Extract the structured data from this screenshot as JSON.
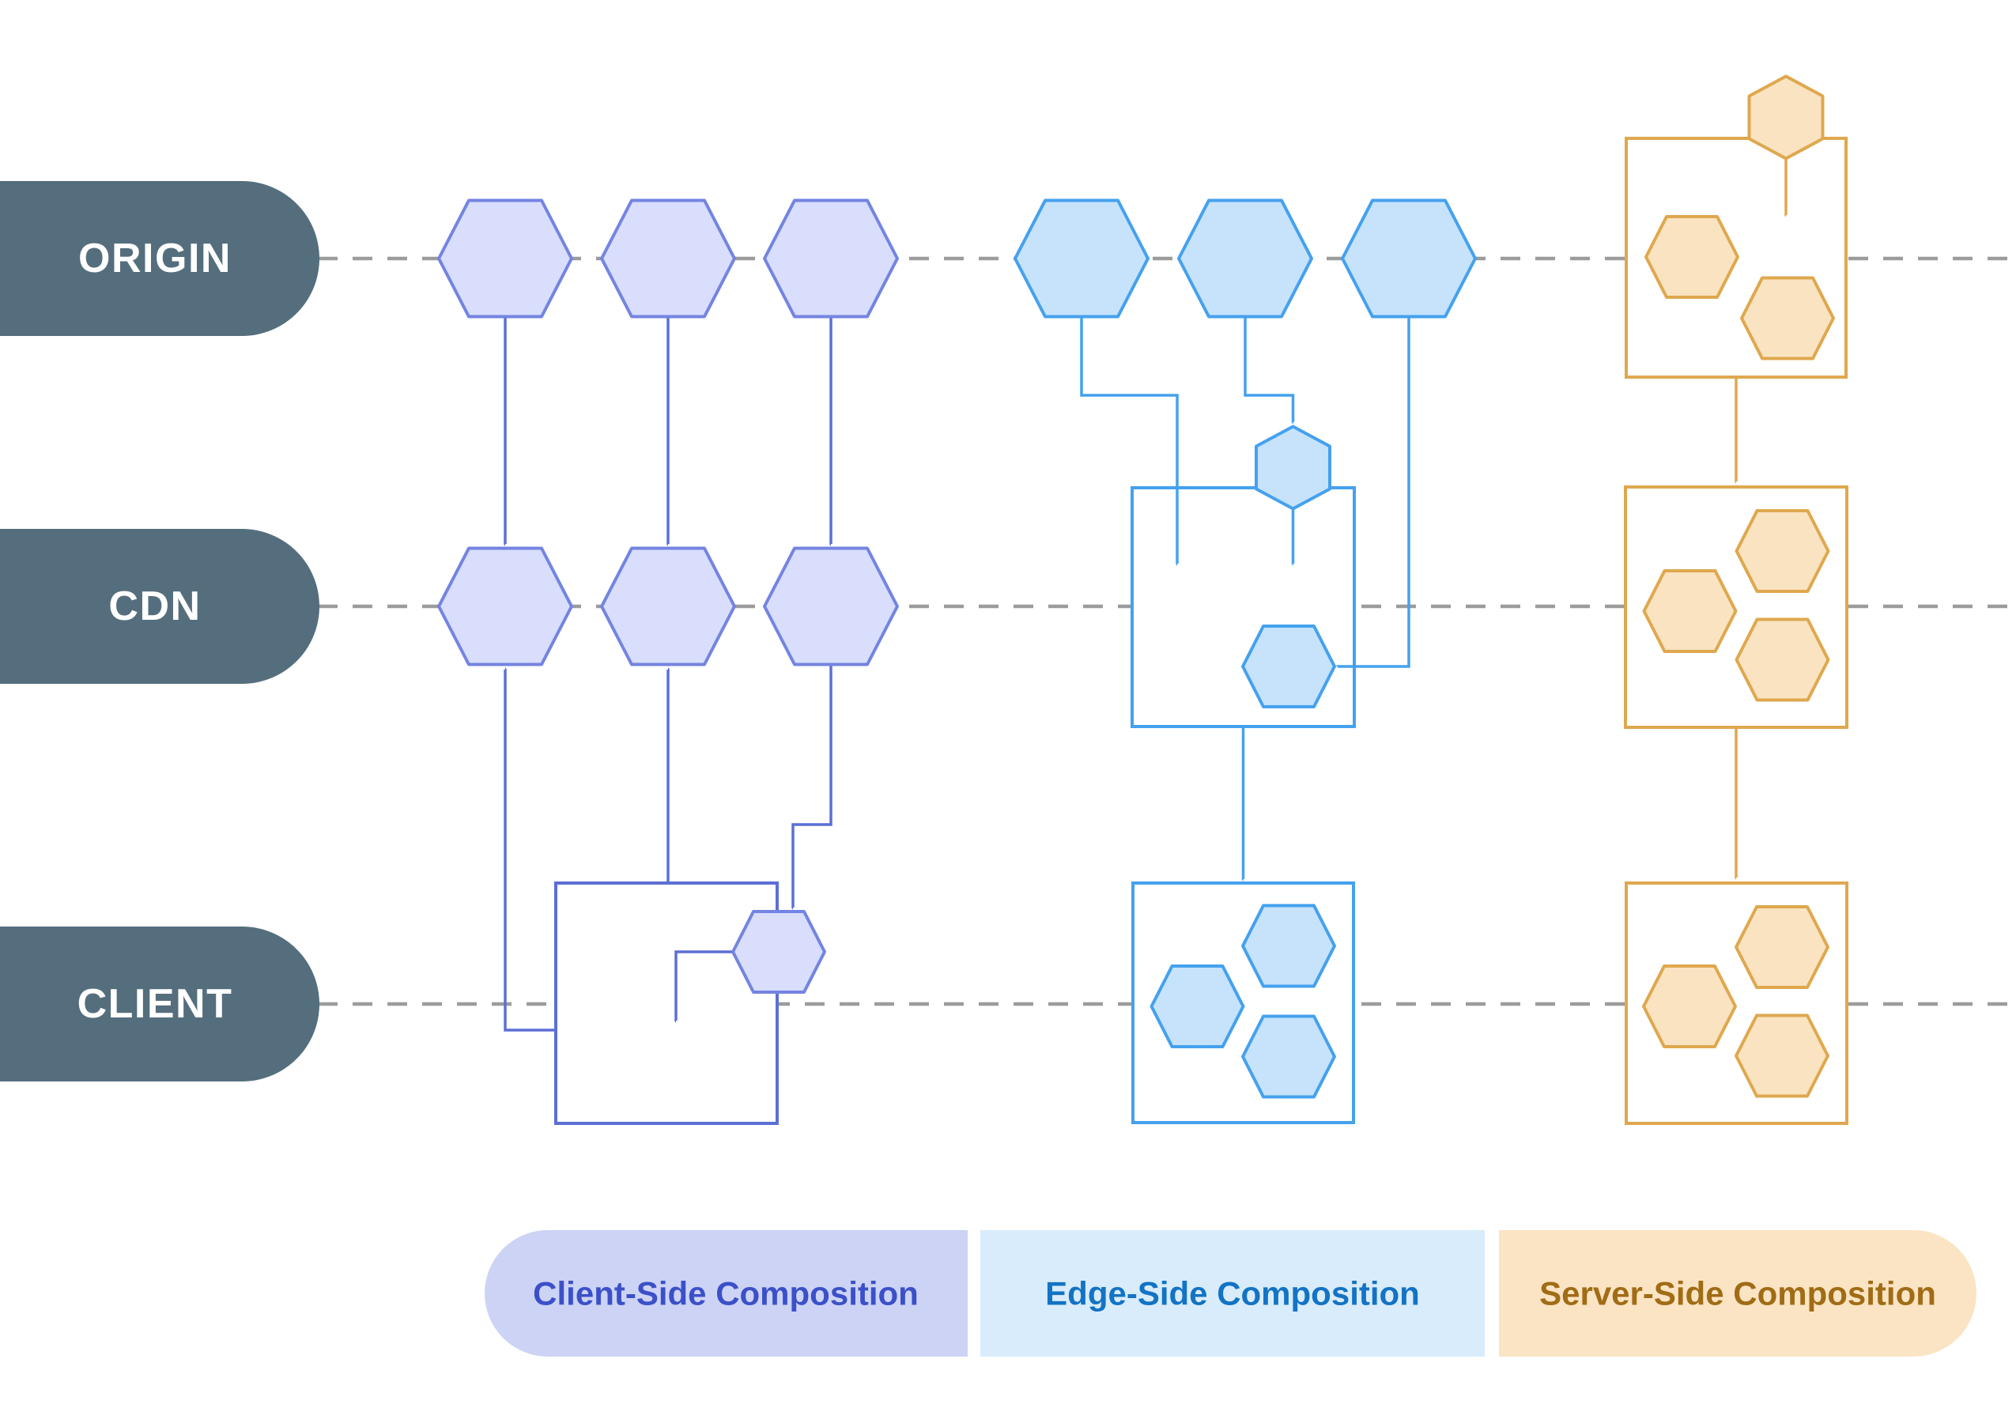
{
  "lanes": {
    "origin": "ORIGIN",
    "cdn": "CDN",
    "client": "CLIENT"
  },
  "legend": {
    "items": [
      {
        "id": "client-side",
        "label": "Client-Side Composition",
        "bg": "#ccd3f5",
        "text_color": "#3b50c8"
      },
      {
        "id": "edge-side",
        "label": "Edge-Side Composition",
        "bg": "#d9ecfb",
        "text_color": "#1373c5"
      },
      {
        "id": "server-side",
        "label": "Server-Side Composition",
        "bg": "#fbe4c3",
        "text_color": "#a06c15"
      }
    ]
  },
  "colors": {
    "lane-pill": "#546e7d",
    "lane-text": "#ffffff",
    "dash": "#9c9c9c",
    "box-fill": "#ffffff",
    "lav-line": "#5c6fd5",
    "lav-hex-stroke": "#7484e2",
    "lav-hex-fill": "#d8defb",
    "blue-line": "#45a1ee",
    "blue-hex-fill": "#c6e3fb",
    "orange-line": "#dfa84e",
    "orange-hex-fill": "#fae3c1"
  },
  "diagram": {
    "sections": [
      {
        "id": "client-side-composition",
        "color_theme": "lavender",
        "origin_fragments": 3,
        "cdn_fragments": 3,
        "client_box": true,
        "client_box_fragments": 1,
        "flow": "origin fragments cached to CDN; client box pulls fragments and composes one in the browser"
      },
      {
        "id": "edge-side-composition",
        "color_theme": "blue",
        "origin_fragments": 3,
        "cdn_box": true,
        "cdn_box_fragments": 2,
        "client_box": true,
        "client_box_fragments": 3,
        "flow": "origin fragments composed in a CDN edge box, assembled page delivered to client box"
      },
      {
        "id": "server-side-composition",
        "color_theme": "orange",
        "origin_fragment_top": 1,
        "origin_box": true,
        "origin_box_fragments": 2,
        "cdn_box": true,
        "cdn_box_fragments": 3,
        "client_box": true,
        "client_box_fragments": 3,
        "flow": "fragments composed at origin box, pushed to CDN box, delivered to client box"
      }
    ]
  }
}
